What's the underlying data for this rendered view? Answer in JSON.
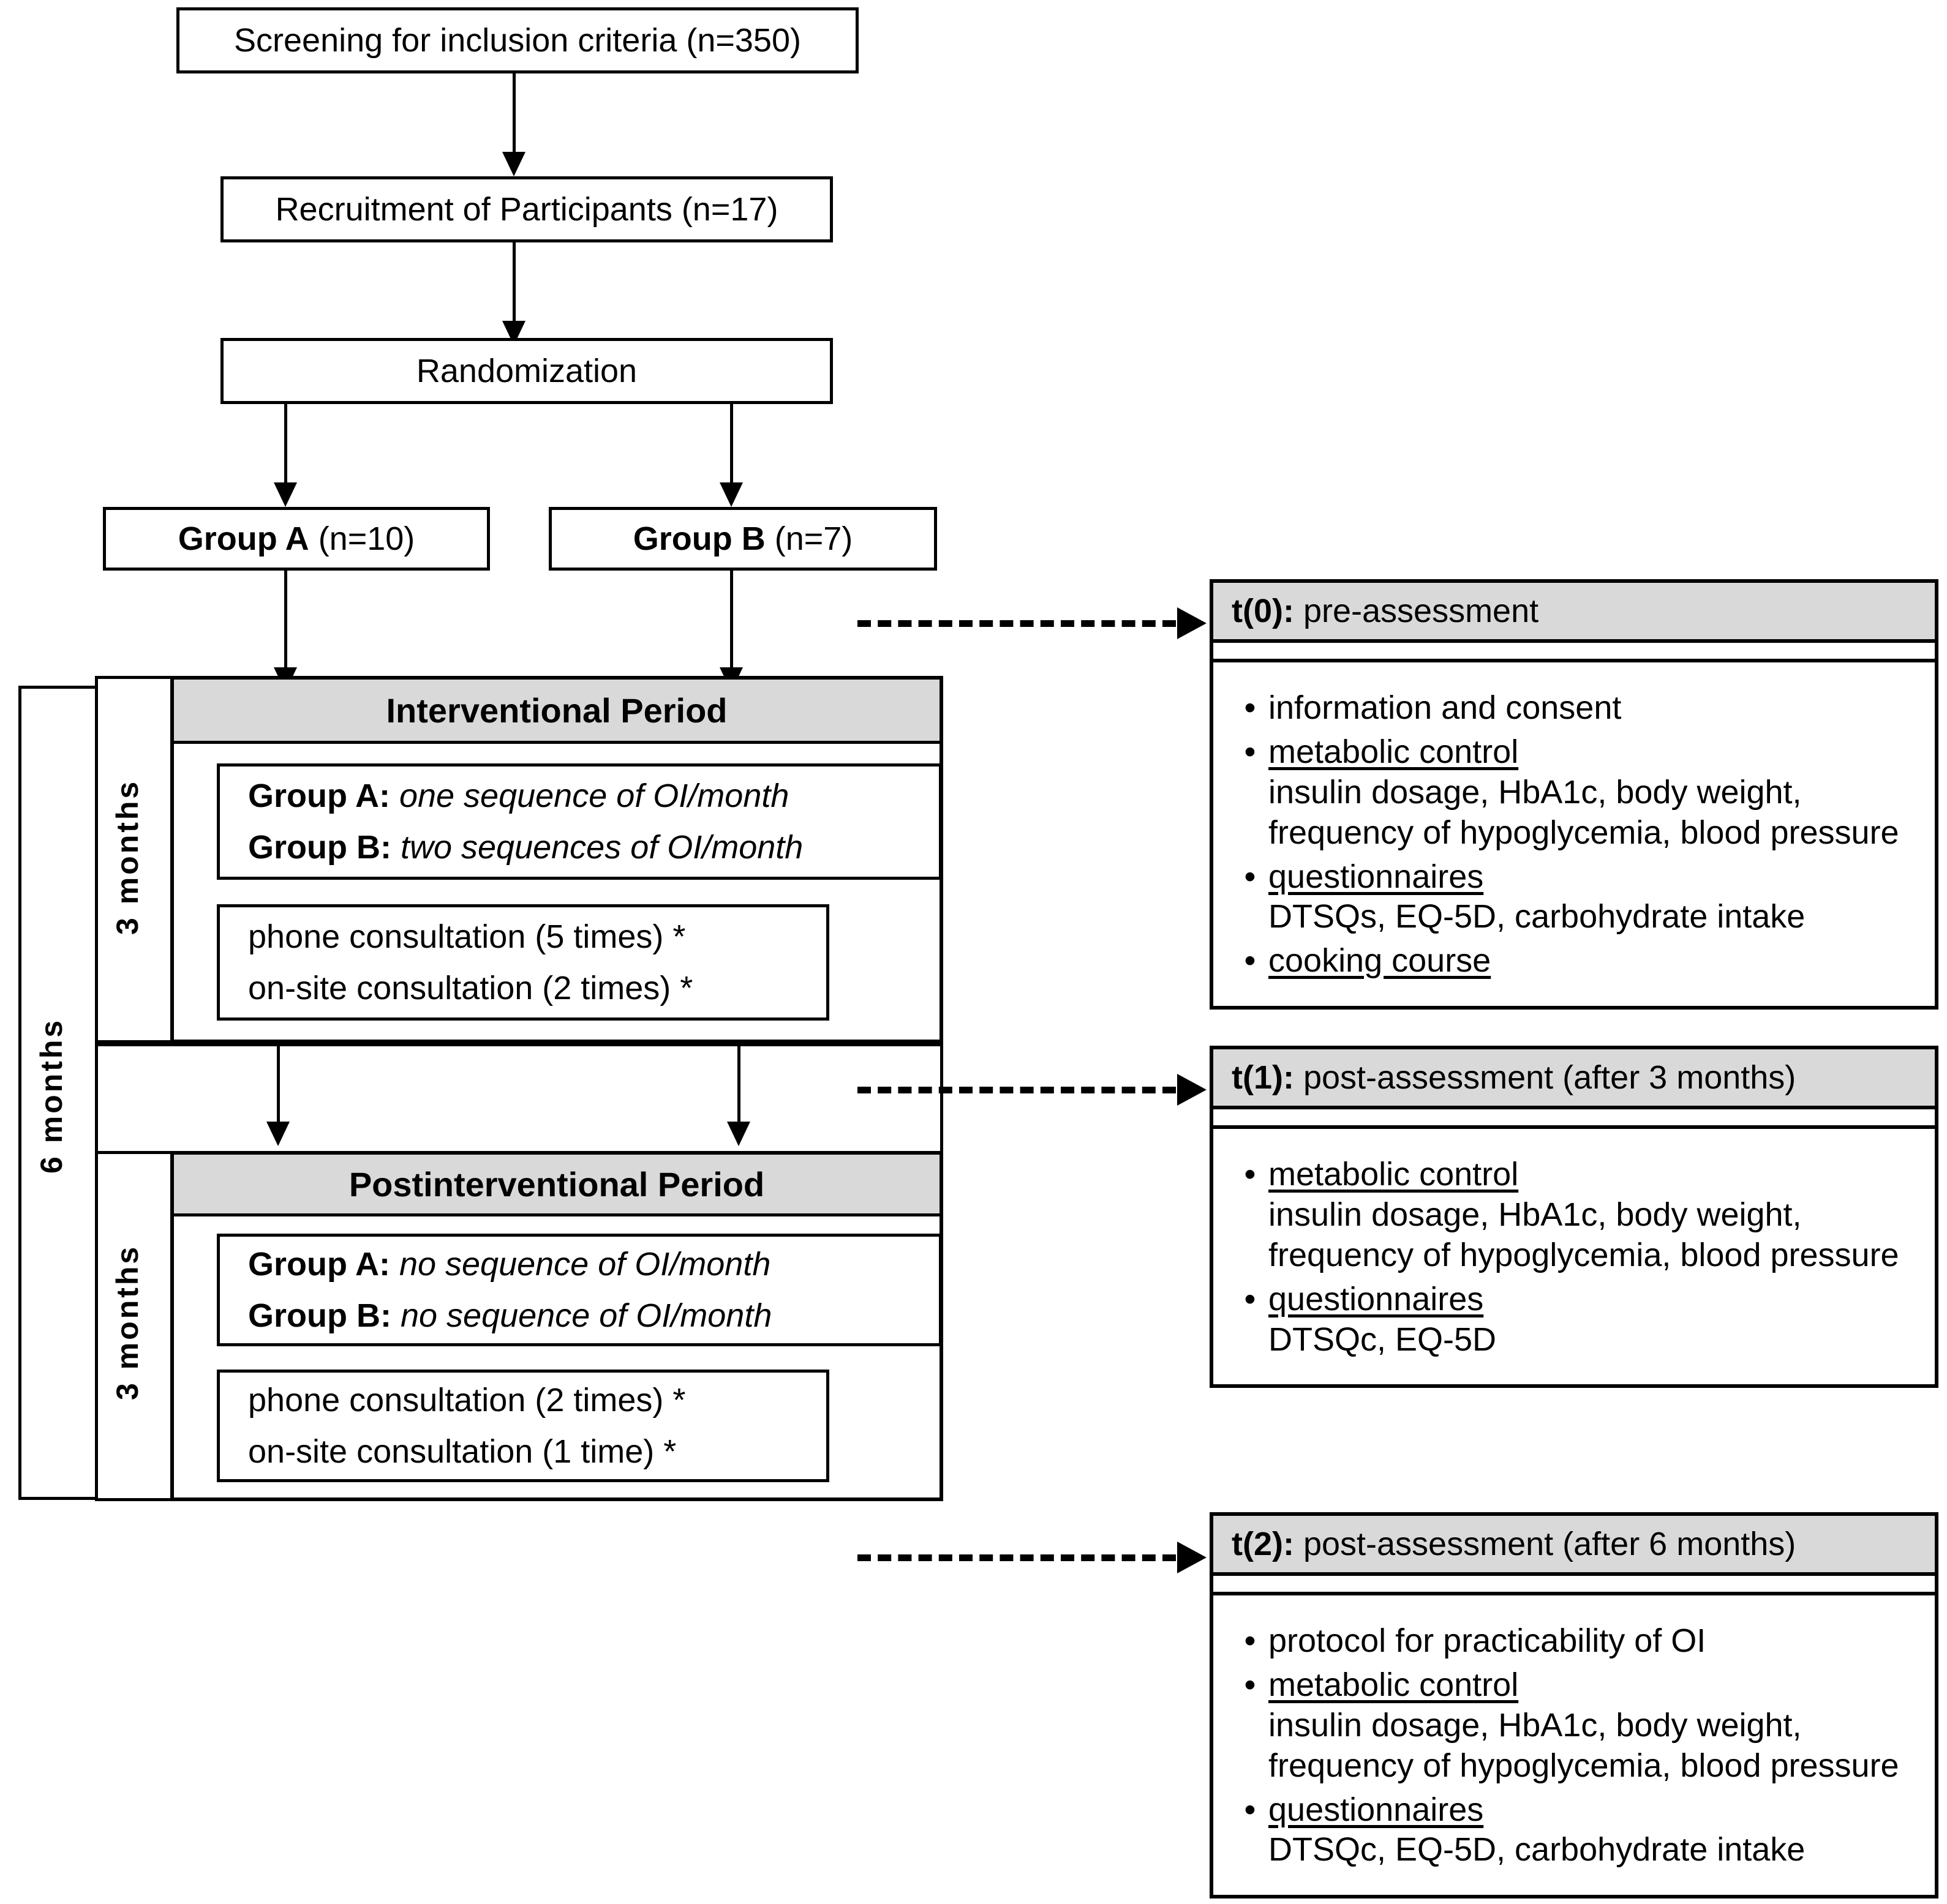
{
  "flow": {
    "screening": "Screening for inclusion criteria (n=350)",
    "recruitment": "Recruitment of Participants (n=17)",
    "randomization": "Randomization",
    "group_a_label": "Group A",
    "group_a_n": " (n=10)",
    "group_b_label": "Group B",
    "group_b_n": " (n=7)"
  },
  "timeline": {
    "total": "6 months",
    "interventional_span": "3 months",
    "postinterventional_span": "3 months"
  },
  "interventional": {
    "title": "Interventional Period",
    "group_a_prefix": "Group A:",
    "group_a_detail": " one sequence of OI/month",
    "group_b_prefix": "Group B:",
    "group_b_detail": " two sequences of OI/month",
    "phone": "phone consultation (5 times) *",
    "onsite": "on-site consultation (2 times) *"
  },
  "postinterventional": {
    "title": "Postinterventional Period",
    "group_a_prefix": "Group A:",
    "group_a_detail": " no sequence of OI/month",
    "group_b_prefix": "Group B:",
    "group_b_detail": " no sequence of OI/month",
    "phone": "phone consultation (2 times) *",
    "onsite": "on-site consultation (1 time) *"
  },
  "assessments": [
    {
      "tag": "t(0):",
      "title": " pre-assessment",
      "items": [
        {
          "label": "information and consent",
          "underline": false,
          "detail": []
        },
        {
          "label": "metabolic control",
          "underline": true,
          "detail": [
            "insulin dosage, HbA1c, body weight,",
            "frequency of hypoglycemia, blood pressure"
          ]
        },
        {
          "label": "questionnaires",
          "underline": true,
          "detail": [
            "DTSQs, EQ-5D, carbohydrate intake"
          ]
        },
        {
          "label": "cooking course",
          "underline": true,
          "detail": []
        }
      ]
    },
    {
      "tag": "t(1):",
      "title": " post-assessment (after 3 months)",
      "items": [
        {
          "label": "metabolic control",
          "underline": true,
          "detail": [
            "insulin dosage, HbA1c, body weight,",
            "frequency of hypoglycemia, blood pressure"
          ]
        },
        {
          "label": "questionnaires",
          "underline": true,
          "detail": [
            "DTSQc, EQ-5D"
          ]
        }
      ]
    },
    {
      "tag": "t(2):",
      "title": " post-assessment (after 6 months)",
      "items": [
        {
          "label": "protocol for practicability of OI",
          "underline": false,
          "detail": []
        },
        {
          "label": "metabolic control",
          "underline": true,
          "detail": [
            "insulin dosage, HbA1c, body weight,",
            "frequency of hypoglycemia, blood pressure"
          ]
        },
        {
          "label": "questionnaires",
          "underline": true,
          "detail": [
            "DTSQc, EQ-5D, carbohydrate intake"
          ]
        }
      ]
    }
  ],
  "icons": {
    "bullet": "•",
    "arrow_down": "arrow-down-icon",
    "arrow_right_dashed": "dashed-arrow-right-icon"
  },
  "colors": {
    "line": "#000000",
    "header_fill": "#d9d9d9",
    "background": "#ffffff"
  }
}
